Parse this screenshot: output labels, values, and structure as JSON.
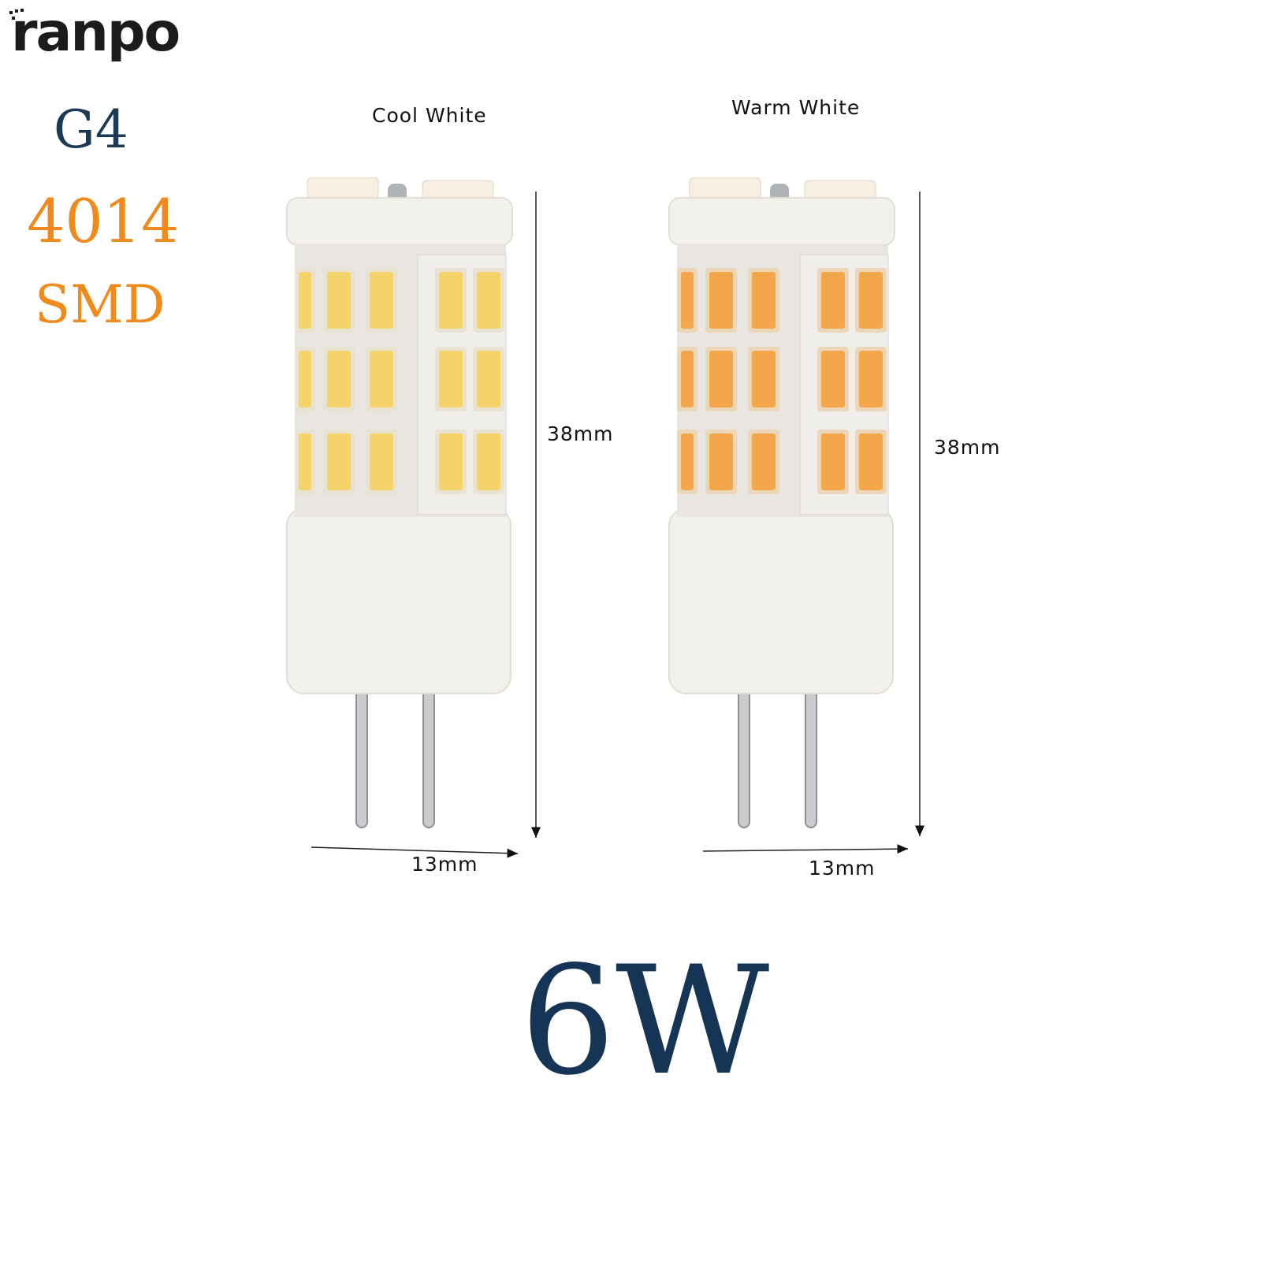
{
  "brand": {
    "logo_text": "ranpo"
  },
  "specs": {
    "base": "G4",
    "chip": "4014",
    "type": "SMD"
  },
  "variants": [
    {
      "label": "Cool White",
      "height_label": "38mm",
      "width_label": "13mm",
      "led_color": "#f3d36a",
      "led_edge": "#e8e3d0"
    },
    {
      "label": "Warm White",
      "height_label": "38mm",
      "width_label": "13mm",
      "led_color": "#f4a74a",
      "led_edge": "#ecd6b8"
    }
  ],
  "power": "6W",
  "colors": {
    "navy": "#163456",
    "orange": "#f08a1c",
    "ceramic": "#f3f1ec"
  }
}
